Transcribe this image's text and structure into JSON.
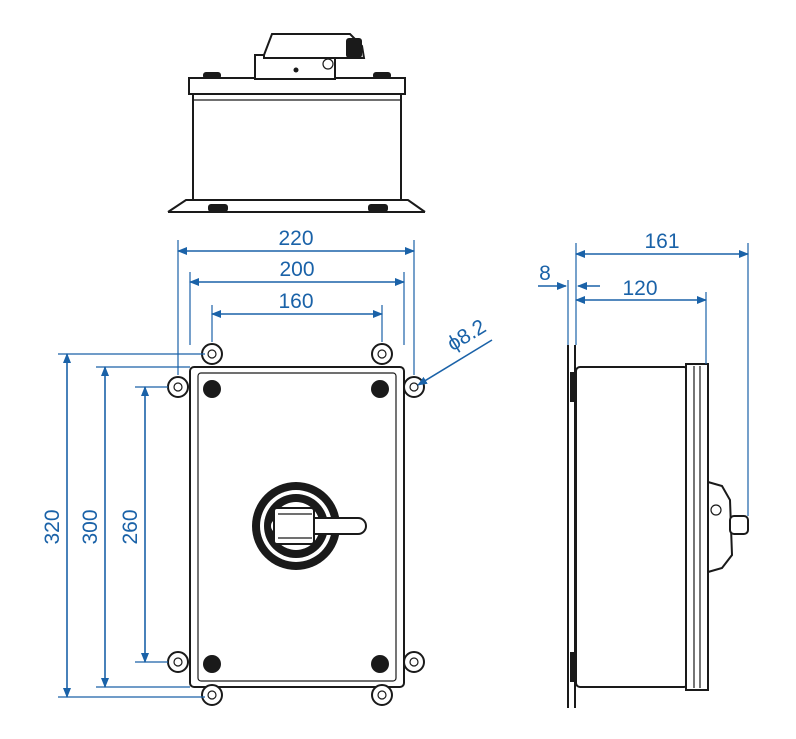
{
  "dimensions": {
    "front_width_outer": "220",
    "front_width_mid": "200",
    "front_width_holes": "160",
    "hole_diameter": "ϕ8.2",
    "height_outer": "320",
    "height_mid": "300",
    "height_holes": "260",
    "side_total_depth": "161",
    "side_flange": "8",
    "side_body_depth": "120"
  },
  "colors": {
    "dimension": "#1a62a8",
    "body_outline": "#1a1a1a"
  }
}
